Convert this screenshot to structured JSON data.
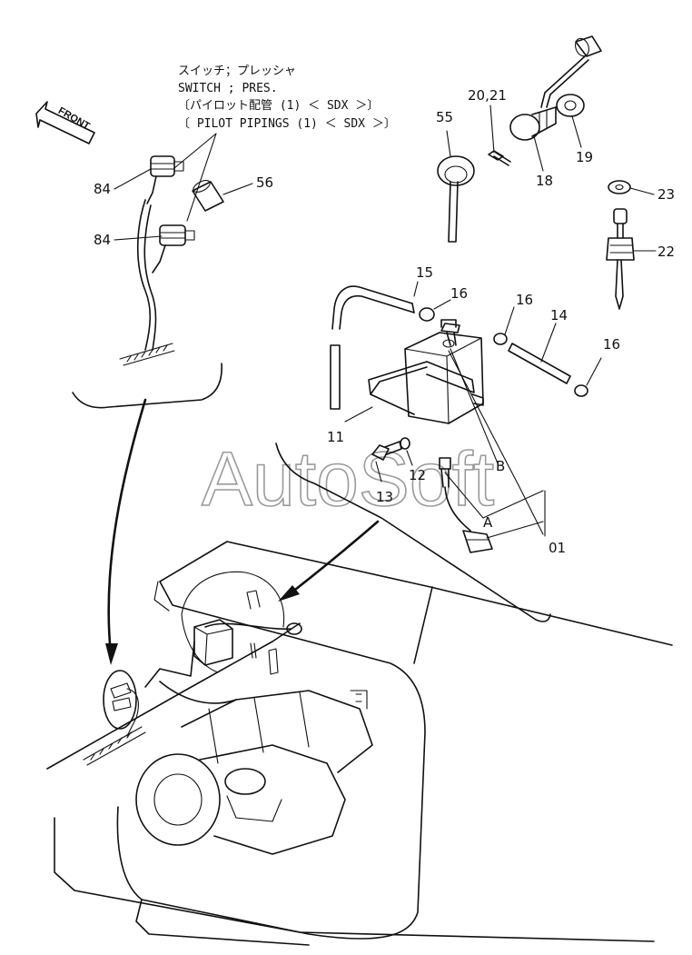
{
  "note": {
    "line1": "スイッチ；プレッシャ",
    "line2": "SWITCH ; PRES.",
    "line3": "〔パイロット配管 (1) ＜ SDX ＞〕",
    "line4": "〔 PILOT  PIPINGS (1) ＜ SDX ＞〕"
  },
  "front_label": "FRONT",
  "watermark": "AutoSoft",
  "labels": {
    "p84a": "84",
    "p84b": "84",
    "p56": "56",
    "p55": "55",
    "p2021": "20,21",
    "p18": "18",
    "p19": "19",
    "p23": "23",
    "p22": "22",
    "p15": "15",
    "p16a": "16",
    "p16b": "16",
    "p16c": "16",
    "p14": "14",
    "p11": "11",
    "p13": "13",
    "p12": "12",
    "pB": "B",
    "pA": "A",
    "p01": "01"
  }
}
